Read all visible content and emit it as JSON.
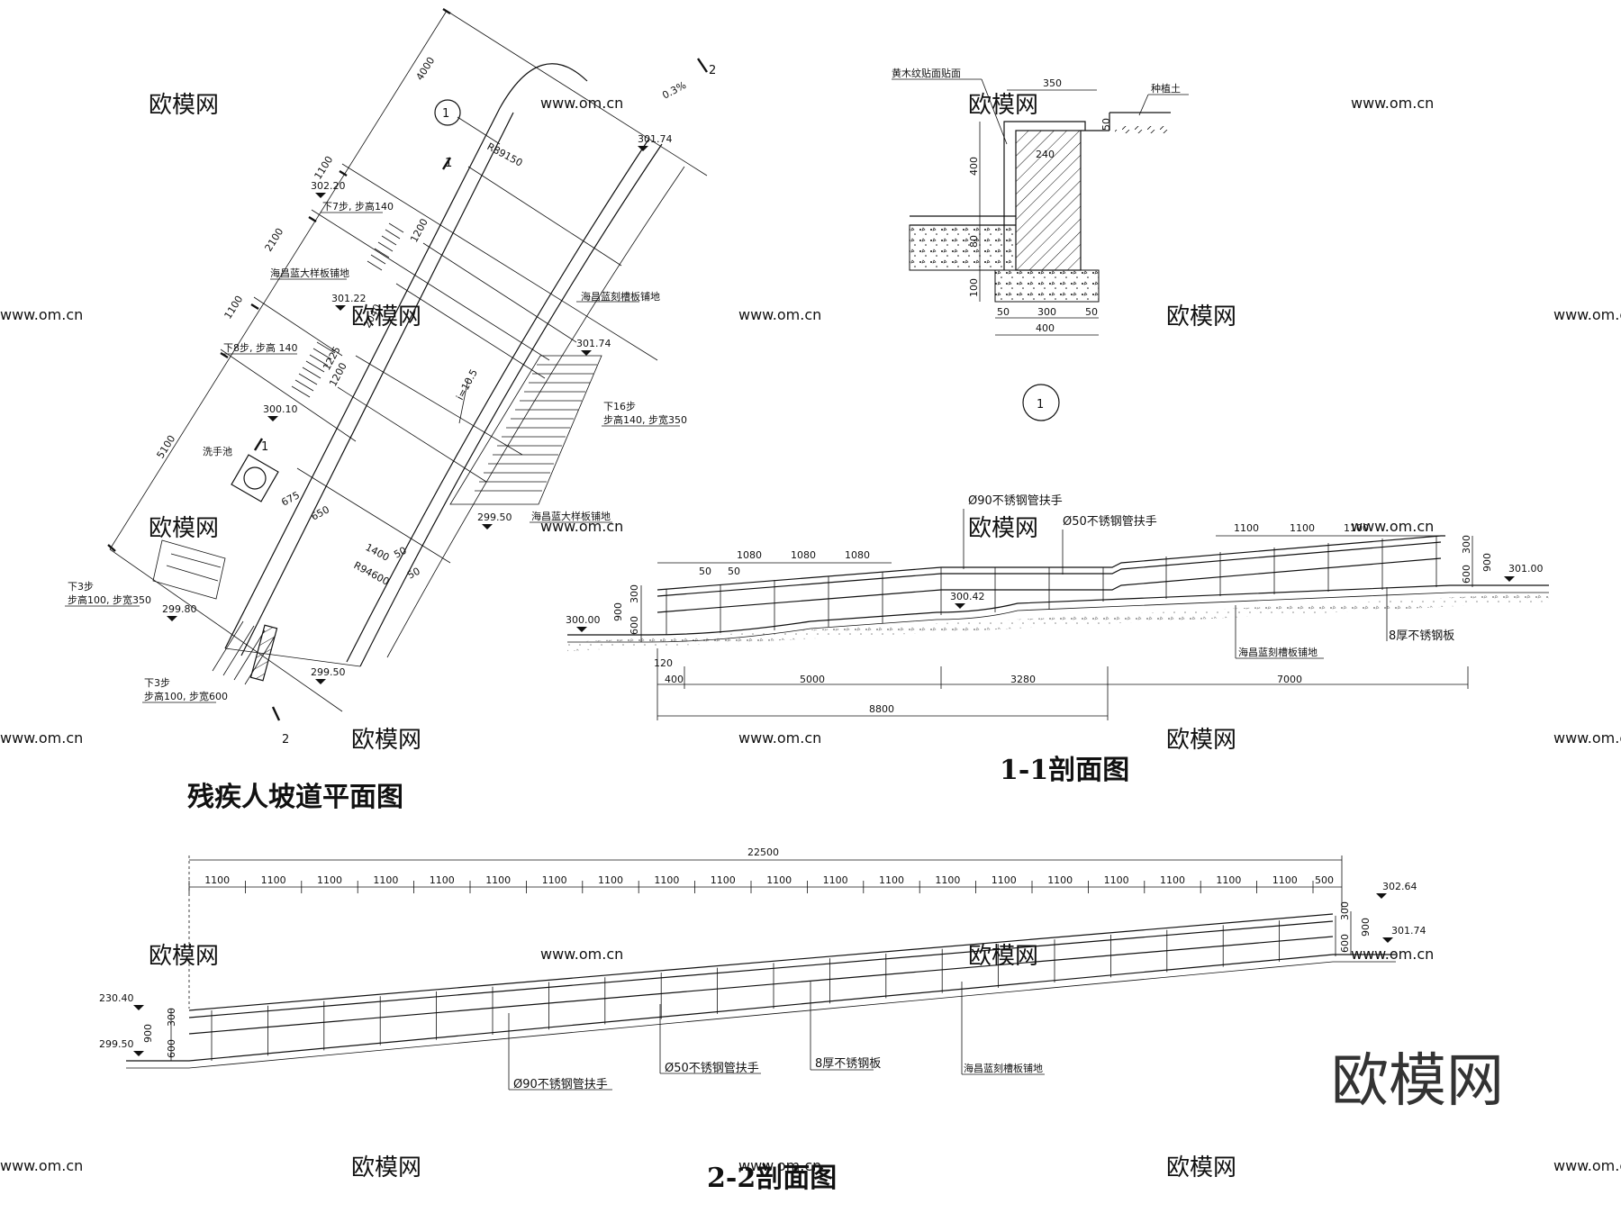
{
  "watermark": {
    "cn": "欧模网",
    "url": "www.om.cn"
  },
  "logo_text": "欧模网",
  "plan": {
    "title": "残疾人坡道平面图",
    "dims_outer": [
      "4000",
      "1100",
      "2100",
      "1100",
      "5100"
    ],
    "detail_ref": "1",
    "section_1_label": "1",
    "section_2_label": "2",
    "slope": "0.3%",
    "radius_large": "R89150",
    "radius_small": "R94600",
    "levels": [
      "301.74",
      "302.20",
      "301.22",
      "300.10",
      "301.74",
      "299.50",
      "299.80",
      "299.50"
    ],
    "notes": {
      "step7": "下7步, 步高140",
      "step8": "下8步, 步高 140",
      "paving_blue": "海昌蓝大样板铺地",
      "paving_groove": "海昌蓝刻槽板铺地",
      "step16_a": "下16步",
      "step16_b": "步高140, 步宽350",
      "paving_blue2": "海昌蓝大样板铺地",
      "wash_basin": "洗手池",
      "step3_top_a": "下3步",
      "step3_top_b": "步高100, 步宽350",
      "step3_bot_a": "下3步",
      "step3_bot_b": "步高100, 步宽600"
    },
    "dims_inner": [
      "675",
      "650",
      "1400",
      "50",
      "50",
      "1200",
      "2040",
      "1200",
      "1225"
    ],
    "ramp_slope": "i=10.5"
  },
  "detail": {
    "ref": "1",
    "label_top": "黄木纹贴面贴面",
    "label_soil": "种植土",
    "dims": [
      "350",
      "240",
      "400",
      "80",
      "100",
      "50",
      "300",
      "50",
      "400",
      "50"
    ]
  },
  "section11": {
    "title": "1-1剖面图",
    "handrail_90": "Ø90不锈钢管扶手",
    "handrail_50": "Ø50不锈钢管扶手",
    "paving": "海昌蓝刻槽板铺地",
    "plate": "8厚不锈钢板",
    "levels": [
      "300.00",
      "300.42",
      "301.00"
    ],
    "post_dims_left": [
      "1080",
      "1080",
      "1080"
    ],
    "post_dims_right": [
      "1100",
      "1100",
      "1100"
    ],
    "small_dims": [
      "50",
      "50"
    ],
    "heights_left": [
      "300",
      "600",
      "900"
    ],
    "heights_right": [
      "300",
      "600",
      "900"
    ],
    "bottom_dims": [
      "120",
      "400",
      "5000",
      "3280",
      "7000"
    ],
    "total_dim": "8800"
  },
  "section22": {
    "title": "2-2剖面图",
    "total_dim": "22500",
    "spacings": [
      "1100",
      "1100",
      "1100",
      "1100",
      "1100",
      "1100",
      "1100",
      "1100",
      "1100",
      "1100",
      "1100",
      "1100",
      "1100",
      "1100",
      "1100",
      "1100",
      "1100",
      "1100",
      "1100",
      "1100",
      "500"
    ],
    "levels": [
      "302.64",
      "301.74",
      "230.40",
      "299.50"
    ],
    "heights_left": [
      "900",
      "300",
      "600"
    ],
    "heights_right": [
      "300",
      "900",
      "600"
    ],
    "handrail_90": "Ø90不锈钢管扶手",
    "handrail_50": "Ø50不锈钢管扶手",
    "plate": "8厚不锈钢板",
    "paving": "海昌蓝刻槽板铺地"
  }
}
